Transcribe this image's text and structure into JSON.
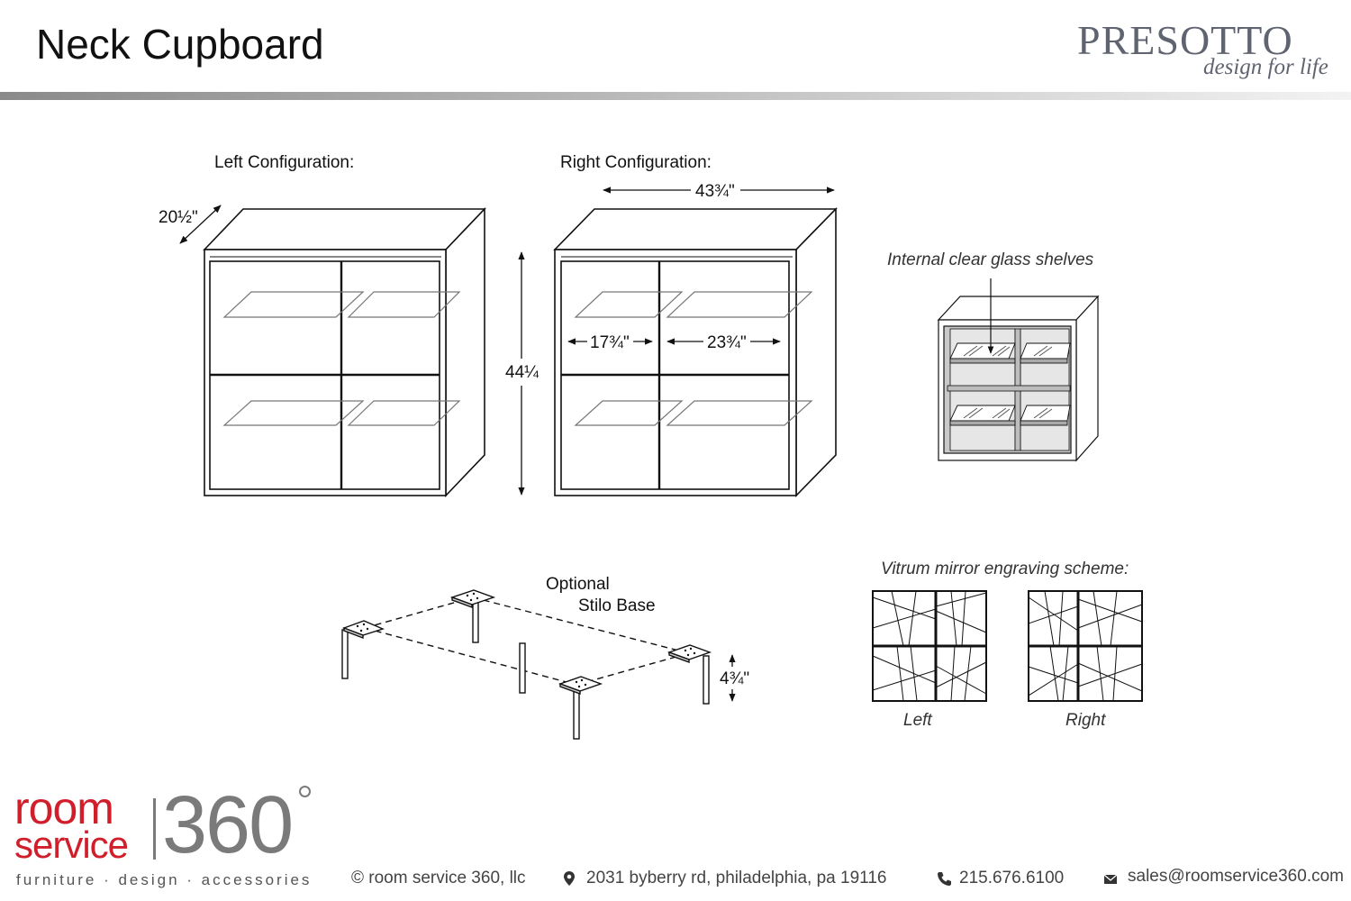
{
  "header": {
    "title": "Neck Cupboard",
    "brand_name": "PRESOTTO",
    "brand_tagline": "design for life"
  },
  "drawing": {
    "left_config_label": "Left Configuration:",
    "right_config_label": "Right Configuration:",
    "depth_dim": "20½\"",
    "width_dim": "43¾\"",
    "height_dim": "44¼",
    "left_door_dim": "17¾\"",
    "right_door_dim": "23¾\"",
    "glass_shelves_label": "Internal clear glass shelves",
    "base_label_line1": "Optional",
    "base_label_line2": "Stilo Base",
    "base_height_dim": "4¾\"",
    "engraving_label": "Vitrum mirror engraving scheme:",
    "engraving_left": "Left",
    "engraving_right": "Right"
  },
  "footer": {
    "logo_room": "room",
    "logo_service": "service",
    "logo_360": "360",
    "logo_tagline": "furniture · design · accessories",
    "copyright": "© room service 360, llc",
    "address": "2031 byberry rd, philadelphia, pa 19116",
    "phone": "215.676.6100",
    "email": "sales@roomservice360.com",
    "icons": [
      "map-pin-icon",
      "phone-icon",
      "envelope-icon"
    ]
  }
}
